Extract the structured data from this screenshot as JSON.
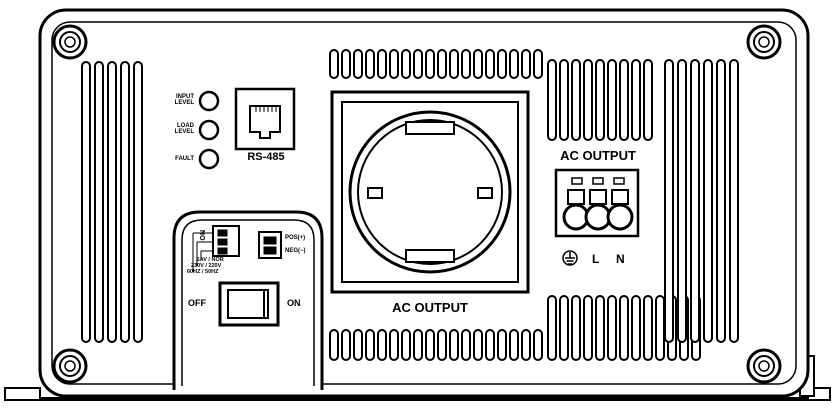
{
  "indicators": {
    "input_level": [
      "INPUT",
      "LEVEL"
    ],
    "load_level": [
      "LOAD",
      "LEVEL"
    ],
    "fault": "FAULT"
  },
  "ports": {
    "rs485": "RS-485",
    "ac_output_socket": "AC OUTPUT",
    "ac_output_terminal": "AC OUTPUT",
    "terminal_l": "L",
    "terminal_n": "N",
    "ground_icon": "ground-icon"
  },
  "switch_panel": {
    "dip_on": "ON",
    "dip_row1": "SAV / NOR",
    "dip_row2": "230V / 220V",
    "dip_row3": "60HZ / 50HZ",
    "pos": "POS(+)",
    "neg": "NEG(−)",
    "off": "OFF",
    "on": "ON"
  }
}
